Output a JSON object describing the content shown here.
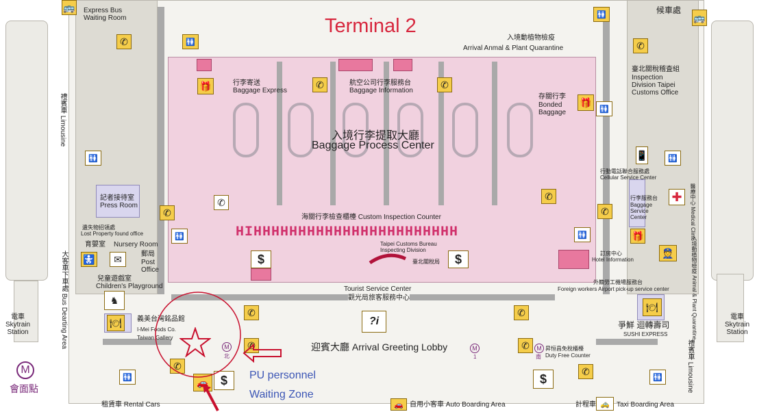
{
  "title": "Terminal 2",
  "areas": {
    "express_bus_room": "Express Bus\nWaiting Room",
    "waiting_car": "候車處",
    "quarantine_zh": "入境動植物檢疫",
    "quarantine_en": "Arrival Anmal & Plant Quarantine",
    "baggage_express_zh": "行李寄送",
    "baggage_express_en": "Baggage Express",
    "baggage_info_zh": "航空公司行李服務台",
    "baggage_info_en": "Baggage Information",
    "customs_office_zh": "臺北關稅稽査組",
    "customs_office_en": "Inspection\nDivision Taipei\nCustoms Office",
    "bonded_zh": "存關行李",
    "bonded_en": "Bonded\nBaggage",
    "limousine_left": "禮賓車 Limousine",
    "center_zh": "入境行李提取大廳",
    "center_en": "Baggage Process Center",
    "cellular_zh": "行動電話聯合服務處",
    "cellular_en": "Cellular Service Center",
    "press_zh": "記者接待室",
    "press_en": "Press Room",
    "lost_zh": "遺失物招領處",
    "lost_en": "Lost Property found office",
    "customs_counter": "海關行李檢查櫃檯  Custom Inspection Counter",
    "baggage_service_zh": "行李服務台",
    "baggage_service_en": "Baggage\nService\nCenter",
    "medical": "醫療中心 Medical Clinic",
    "nursery_zh": "育嬰室",
    "nursery_en": "Nursery Room",
    "post_zh": "郵局",
    "post_en": "Post\nOffice",
    "bus_area": "大客車下車處 Bus Dearting Area",
    "customs_bureau": "Taipei Customs Bureau\nInspecting Division",
    "customs_bureau_zh": "臺北關稅局",
    "hotel_zh": "訂房中心",
    "hotel_en": "Hotel Information",
    "quarantine_right": "入境動植物檢疫 Animal & Plant Quarantine",
    "playground_zh": "兒童遊戲室",
    "playground_en": "Children's Playground",
    "tourist_en": "Tourist Service Center",
    "tourist_zh": "觀光局旅客服務中心",
    "foreign_workers_zh": "外籍勞工機場服務台",
    "foreign_workers_en": "Foreign workers Airport pick-up service center",
    "skytrain_left": "電車\nSkytrain\nStation",
    "skytrain_right": "電車\nSkytrain\nStation",
    "imei_zh": "義美台灣銘品館",
    "imei_en": "I-Mei Foods Co.\nTaiwan Gallery",
    "sushi_zh": "爭鮮 迴轉壽司",
    "sushi_en": "SUSHI EXPRESS",
    "north": "北",
    "greeting": "迎賓大廳  Arrival Greeting Lobby",
    "m1": "1",
    "south": "南",
    "duty_free_zh": "昇恒昌免稅櫃檯",
    "duty_free_en": "Duty Free Counter",
    "limousine_right": "禮賓車 Limousine",
    "meeting_zh": "會面點",
    "pu_line1": "PU personnel",
    "pu_line2": "Waiting Zone",
    "rental": "租賃車  Rental Cars",
    "auto_boarding": "自用小客車  Auto Boarding Area",
    "taxi_zh": "計程車",
    "taxi_en": "Taxi Boarding Area",
    "metro_letter": "M",
    "info_letter": "?i",
    "dollar": "$",
    "hh_row": "HIHHHHHHHHHHHHHHHHHHHHHHH"
  },
  "colors": {
    "title": "#d7263d",
    "pu_text": "#3b55b5",
    "marker": "#c8102e",
    "metro": "#7a2a7a"
  }
}
